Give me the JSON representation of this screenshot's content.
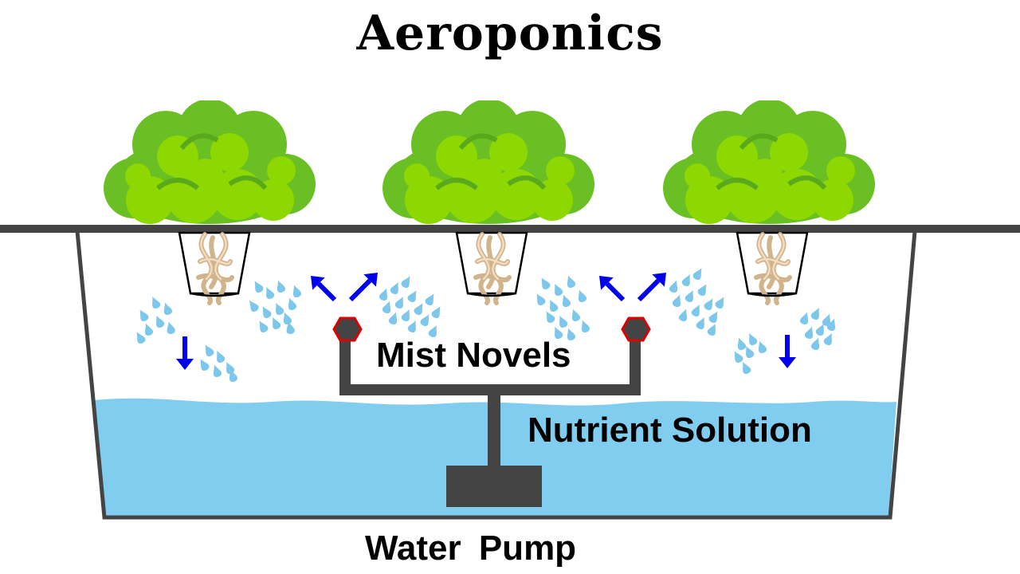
{
  "title": "Aeroponics",
  "labels": {
    "mist_nozzles": "Mist Novels",
    "nutrient_solution": "Nutrient Solution",
    "water_pump": "Water Pump"
  },
  "icons": {
    "plant": "lettuce-plant-icon",
    "net_pot": "net-pot-icon",
    "nozzle": "mist-nozzle-icon",
    "arrow": "mist-direction-arrow-icon",
    "droplet": "mist-droplet-icon"
  },
  "colors": {
    "frame": "#444444",
    "solution": "#81cdf0",
    "arrow": "#0000ee",
    "droplet": "#7cc7ea",
    "leaf_dark": "#6abf24",
    "leaf_light": "#8dd800",
    "nozzle_outline": "#dd0000",
    "roots": "#d2b48c"
  }
}
